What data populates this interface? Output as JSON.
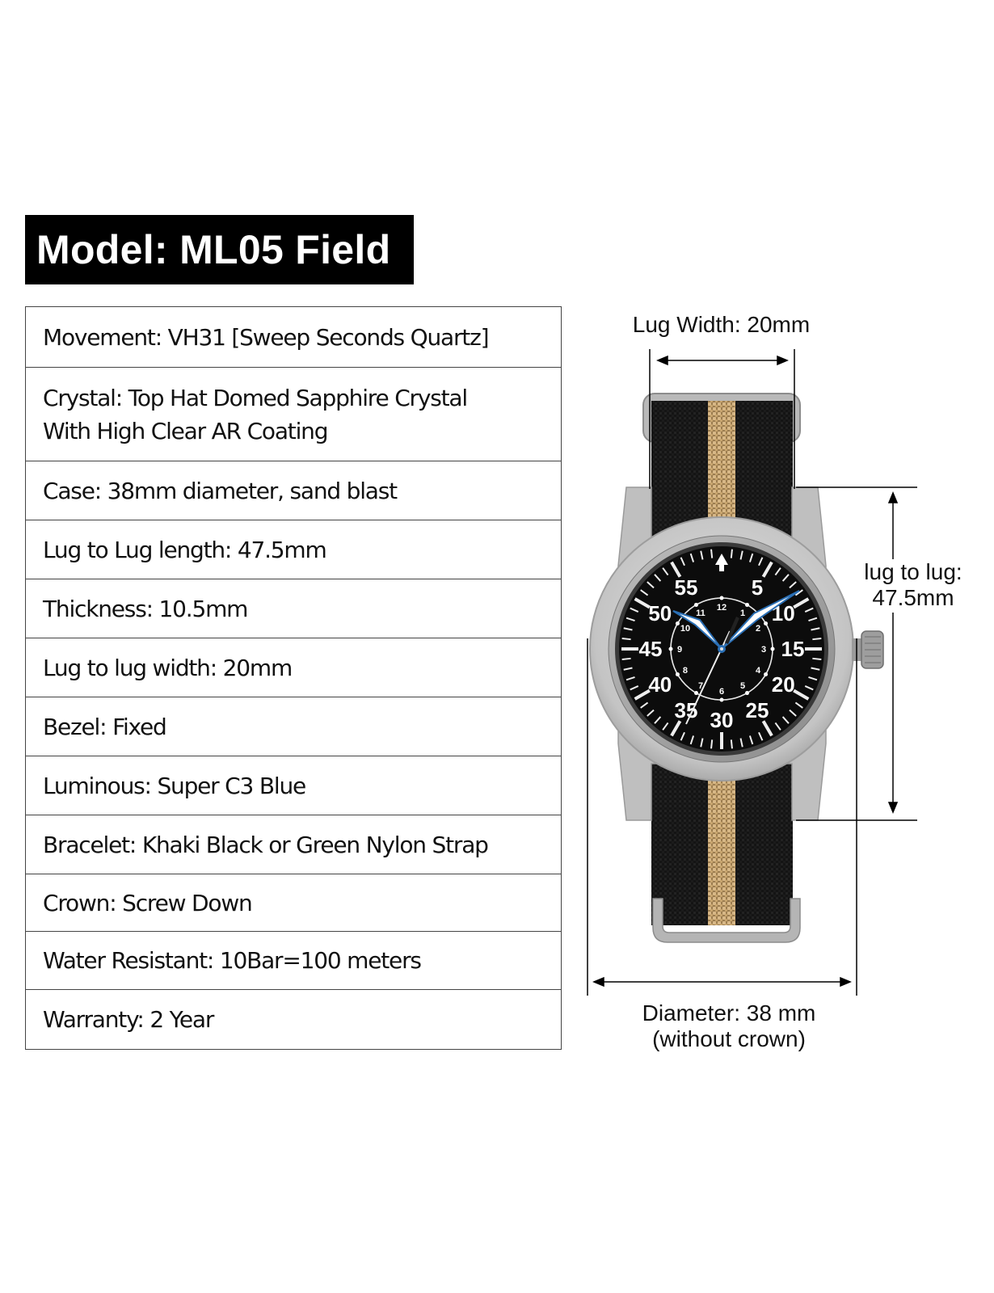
{
  "header": {
    "title": "Model: ML05 Field"
  },
  "specs": [
    {
      "label": "Movement: VH31 [Sweep Seconds Quartz]",
      "height": 74
    },
    {
      "label": "Crystal: Top Hat Domed Sapphire Crystal\nWith High Clear AR Coating",
      "height": 116
    },
    {
      "label": "Case: 38mm diameter, sand blast",
      "height": 73
    },
    {
      "label": "Lug to Lug length: 47.5mm",
      "height": 73
    },
    {
      "label": "Thickness: 10.5mm",
      "height": 73
    },
    {
      "label": "Lug to lug width: 20mm",
      "height": 73
    },
    {
      "label": "Bezel: Fixed",
      "height": 73
    },
    {
      "label": "Luminous: Super C3 Blue",
      "height": 73
    },
    {
      "label": "Bracelet: Khaki Black or Green Nylon Strap",
      "height": 73
    },
    {
      "label": "Crown: Screw Down",
      "height": 71
    },
    {
      "label": "Water Resistant: 10Bar=100 meters",
      "height": 72
    },
    {
      "label": "Warranty: 2 Year",
      "height": 74
    }
  ],
  "dimensions": {
    "lug_width": "Lug Width: 20mm",
    "lug_to_lug_line1": "lug to lug:",
    "lug_to_lug_line2": "47.5mm",
    "diameter_line1": "Diameter: 38 mm",
    "diameter_line2": "(without crown)"
  },
  "dial": {
    "minute_numerals": [
      "5",
      "10",
      "15",
      "20",
      "25",
      "30",
      "35",
      "40",
      "45",
      "50",
      "55"
    ],
    "hour_numerals": [
      "1",
      "2",
      "3",
      "4",
      "5",
      "6",
      "7",
      "8",
      "9",
      "10",
      "11",
      "12"
    ],
    "colors": {
      "dial": "#0c0c0c",
      "case": "#c8c8c8",
      "strap": "#151515",
      "stripe": "#cfae7a",
      "hand_edge": "#2a6fb5"
    }
  }
}
